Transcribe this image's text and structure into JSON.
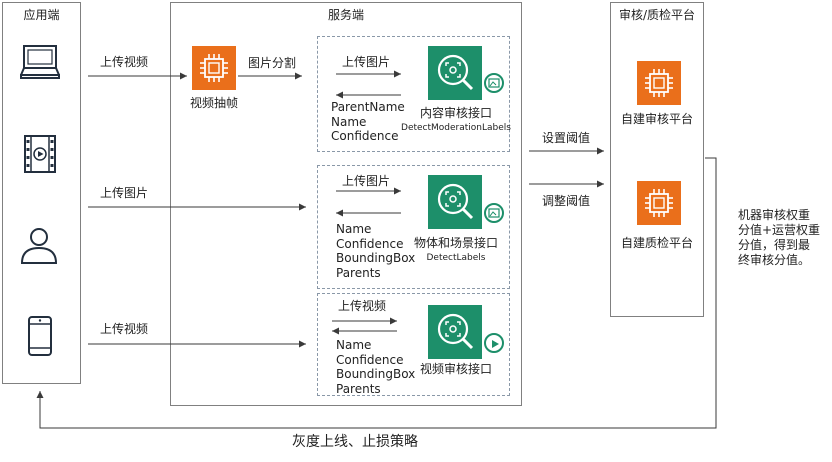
{
  "containers": {
    "app_side": "应用端",
    "server_side": "服务端",
    "review_platform": "审核/质检平台"
  },
  "edges": {
    "upload_video_1": "上传视频",
    "upload_image_main": "上传图片",
    "upload_video_2": "上传视频",
    "image_split": "图片分割",
    "set_threshold": "设置阈值",
    "adjust_threshold": "调整阈值",
    "upload_image_a": "上传图片",
    "upload_image_b": "上传图片",
    "upload_video_c": "上传视频",
    "feedback": "灰度上线、止损策略"
  },
  "nodes": {
    "frame_extract": "视频抽帧",
    "moderation_api": {
      "name": "内容审核接口",
      "api": "DetectModerationLabels",
      "fields": [
        "ParentName",
        "Name",
        "Confidence"
      ]
    },
    "labels_api": {
      "name": "物体和场景接口",
      "api": "DetectLabels",
      "fields": [
        "Name",
        "Confidence",
        "BoundingBox",
        "Parents"
      ]
    },
    "video_api": {
      "name": "视频审核接口",
      "fields": [
        "Name",
        "Confidence",
        "BoundingBox",
        "Parents"
      ]
    },
    "self_review": "自建审核平台",
    "self_qc": "自建质检平台"
  },
  "note": [
    "机器审核权重",
    "分值+运营权重",
    "分值，得到最",
    "终审核分值。"
  ],
  "icons": {
    "client_devices": [
      "laptop-icon",
      "video-film-icon",
      "user-icon",
      "mobile-icon"
    ],
    "compute": "chip-icon",
    "rekognition": "rekognition-icon"
  },
  "colors": {
    "compute_orange": "#ea6f1b",
    "rekognition_green": "#1d8f6a",
    "border_gray": "#808080",
    "device_blue": "#232f3e"
  }
}
